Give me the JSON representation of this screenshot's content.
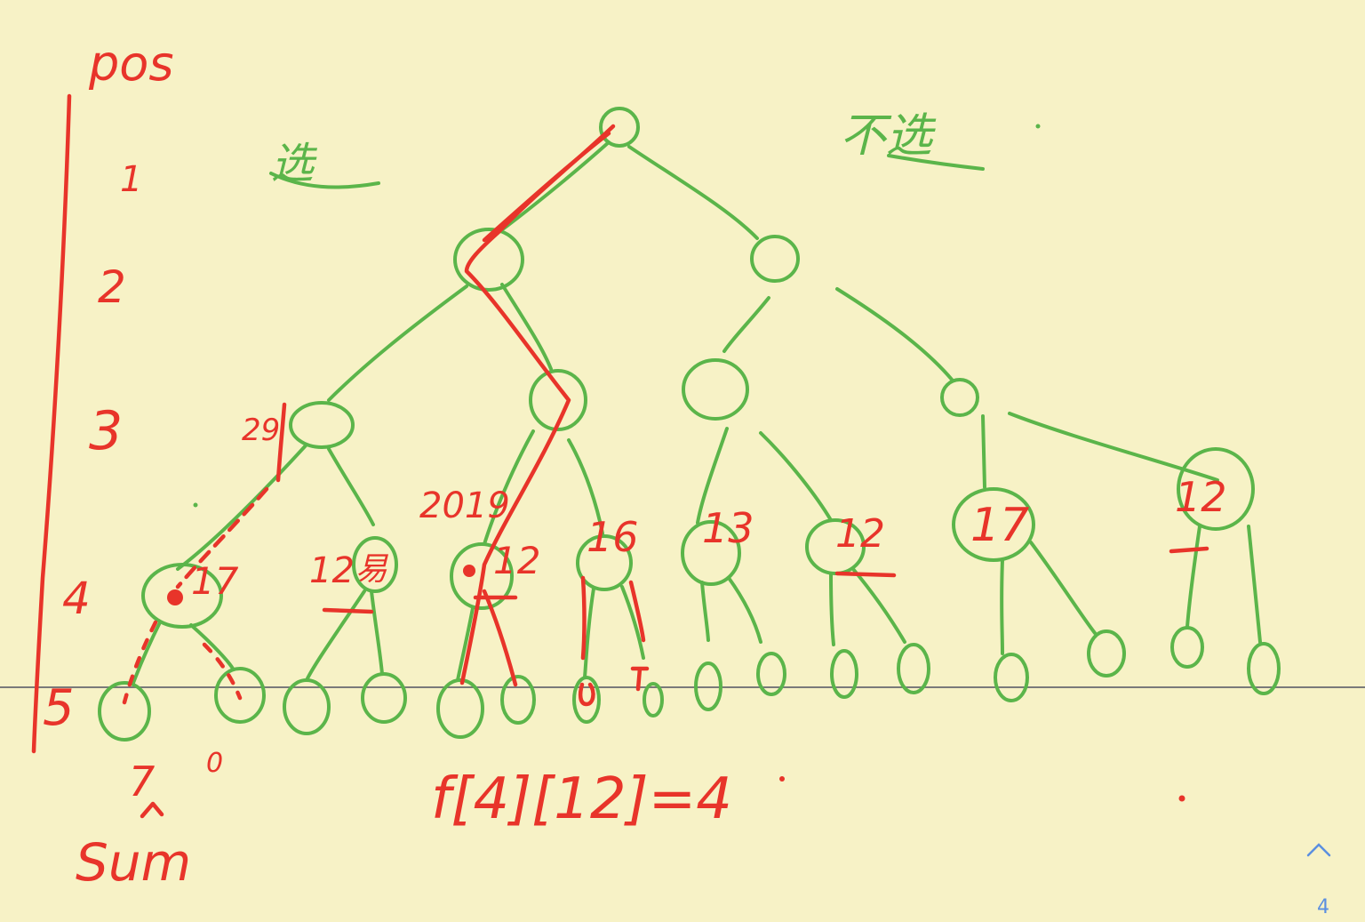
{
  "axis": {
    "vertical_label": "pos",
    "levels": [
      "1",
      "2",
      "3",
      "4",
      "5"
    ],
    "horizontal_label": "Sum"
  },
  "branch_labels": {
    "left": "选",
    "right": "不选"
  },
  "node_values": {
    "level3_left": "29",
    "level4": [
      "17",
      "12",
      "2019",
      "12",
      "16",
      "13",
      "12",
      "17",
      "12"
    ],
    "level4_tag": "易",
    "level5_first": "7",
    "level5_second": "0"
  },
  "formula": "f[4][12]=4",
  "page_indicator": {
    "page": "4"
  },
  "colors": {
    "background": "#f7f2c6",
    "green": "#5bb54a",
    "red": "#e8342a",
    "baseline": "#7a7a7a"
  }
}
